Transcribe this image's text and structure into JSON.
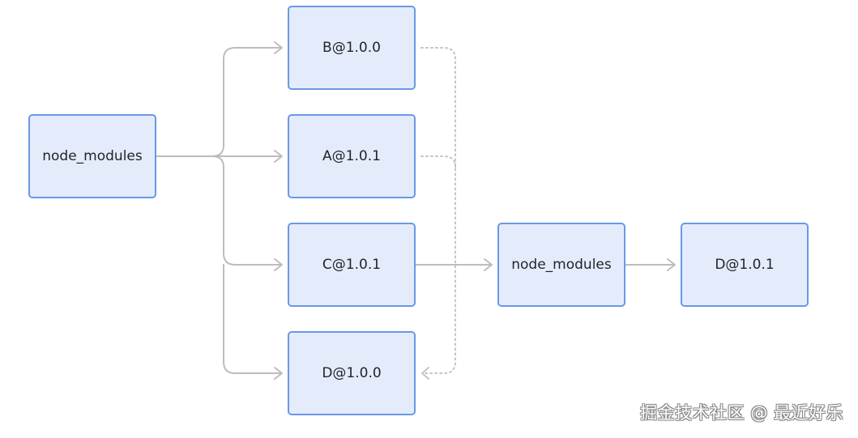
{
  "nodes": {
    "root_node_modules": "node_modules",
    "b_1_0_0": "B@1.0.0",
    "a_1_0_1": "A@1.0.1",
    "c_1_0_1": "C@1.0.1",
    "d_1_0_0": "D@1.0.0",
    "nested_node_modules": "node_modules",
    "d_1_0_1": "D@1.0.1"
  },
  "edges": [
    {
      "from": "root_node_modules",
      "to": "b_1_0_0",
      "style": "solid"
    },
    {
      "from": "root_node_modules",
      "to": "a_1_0_1",
      "style": "solid"
    },
    {
      "from": "root_node_modules",
      "to": "c_1_0_1",
      "style": "solid"
    },
    {
      "from": "root_node_modules",
      "to": "d_1_0_0",
      "style": "solid"
    },
    {
      "from": "c_1_0_1",
      "to": "nested_node_modules",
      "style": "solid"
    },
    {
      "from": "nested_node_modules",
      "to": "d_1_0_1",
      "style": "solid"
    },
    {
      "from": "b_1_0_0",
      "to": "d_1_0_0",
      "style": "dotted"
    },
    {
      "from": "a_1_0_1",
      "to": "d_1_0_0",
      "style": "dotted"
    }
  ],
  "colors": {
    "node_fill": "#e4ecfb",
    "node_border": "#6a98e6",
    "edge": "#bdbdbd"
  },
  "watermark": "掘金技术社区 @ 最近好乐"
}
